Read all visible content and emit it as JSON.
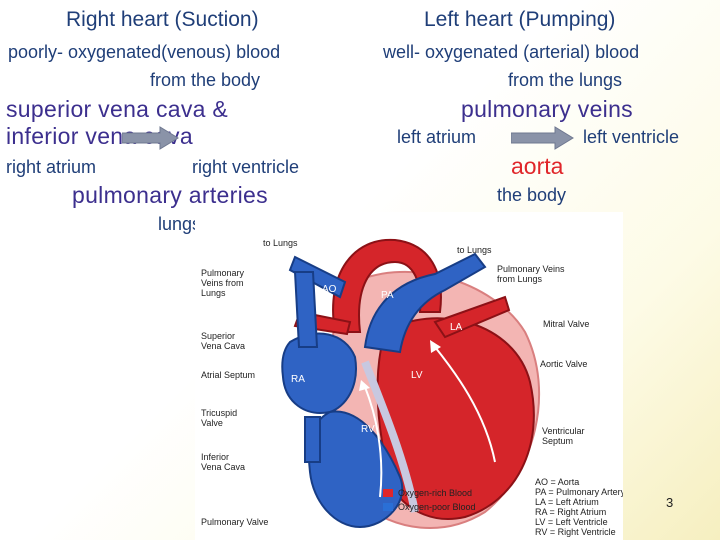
{
  "left": {
    "heading": "Right heart (Suction)",
    "blood_line1": "poorly- oxygenated(venous) blood",
    "blood_line2": "from the body",
    "vessels_line1": "superior vena cava  &",
    "vessels_line2": "inferior vena cava",
    "chamber_from": "right atrium",
    "chamber_to": "right ventricle",
    "artery": "pulmonary arteries",
    "destination": "lungs"
  },
  "right": {
    "heading": "Left heart (Pumping)",
    "blood_line1": "well- oxygenated (arterial) blood",
    "blood_line2": "from the lungs",
    "veins": "pulmonary veins",
    "chamber_from": "left atrium",
    "chamber_to": "left ventricle",
    "artery": "aorta",
    "destination": "the body"
  },
  "diagram": {
    "labels": {
      "to_lungs_left": "to Lungs",
      "to_lungs_right": "to Lungs",
      "pulm_veins_left": "Pulmonary\nVeins from\nLungs",
      "svc": "Superior\nVena Cava",
      "atrial_septum": "Atrial Septum",
      "tricuspid": "Tricuspid\nValve",
      "ivc": "Inferior\nVena Cava",
      "pulm_valve": "Pulmonary Valve",
      "pulm_veins_right": "Pulmonary Veins\nfrom Lungs",
      "mitral": "Mitral Valve",
      "aortic": "Aortic Valve",
      "vent_septum": "Ventricular\nSeptum"
    },
    "chambers": {
      "ao": "AO",
      "pa": "PA",
      "la": "LA",
      "ra": "RA",
      "lv": "LV",
      "rv": "RV"
    },
    "legend": [
      {
        "label": "Oxygen-rich Blood",
        "color": "#e0262a"
      },
      {
        "label": "Oxygen-poor Blood",
        "color": "#2a6fd6"
      }
    ],
    "abbreviations": [
      "AO = Aorta",
      "PA = Pulmonary Artery",
      "LA = Left Atrium",
      "RA = Right Atrium",
      "LV = Left Ventricle",
      "RV = Right Ventricle"
    ]
  },
  "page_number": "3",
  "colors": {
    "arrow": "#8a93a8",
    "oxygen_rich": "#e0262a",
    "oxygen_poor": "#2a6fd6"
  }
}
